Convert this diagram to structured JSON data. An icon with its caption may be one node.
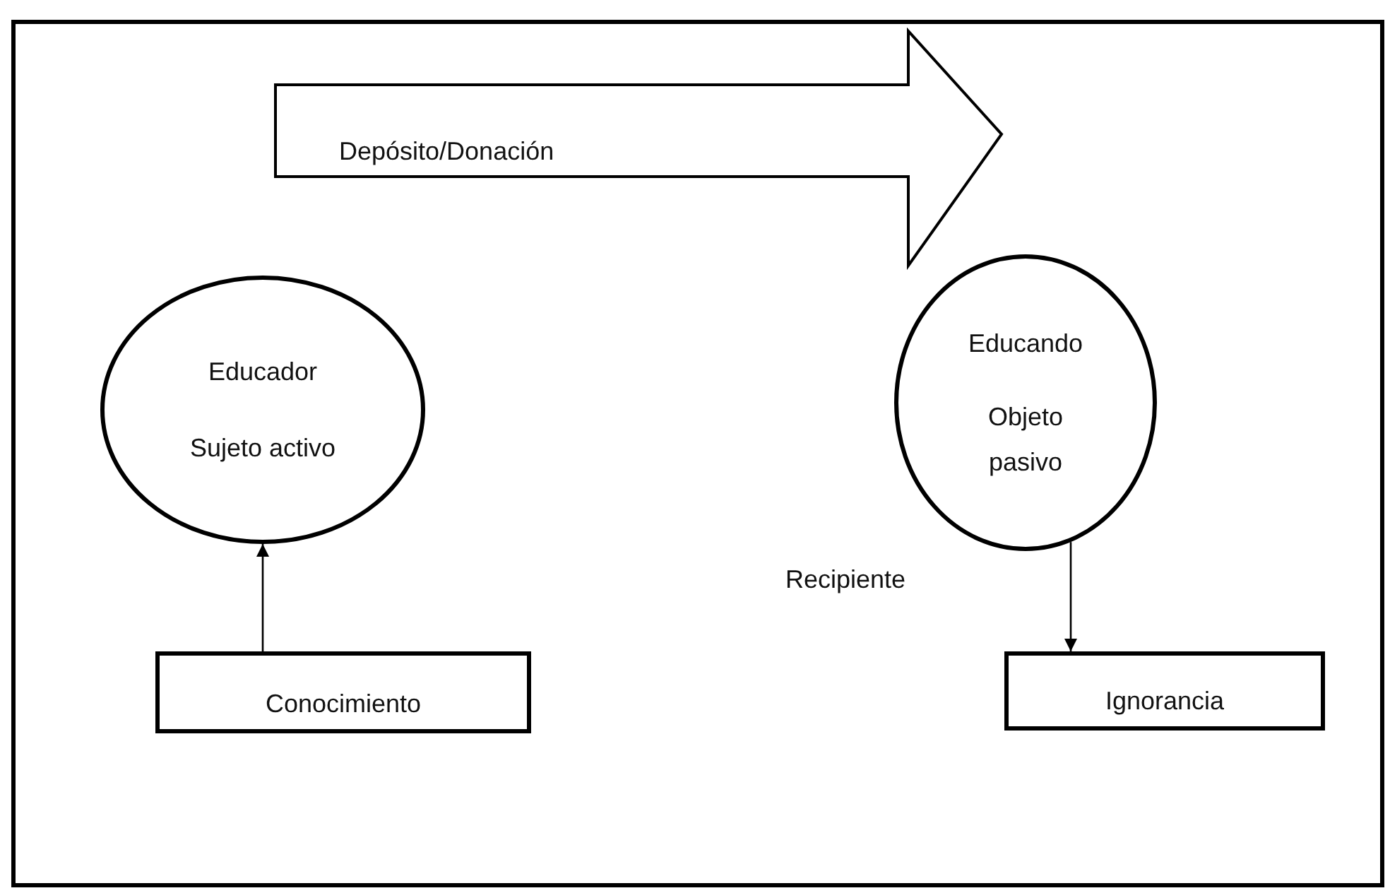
{
  "diagram": {
    "nodes": [
      {
        "text": [
          "Depósito/Donación"
        ]
      },
      {
        "text": [
          "Educador",
          "Sujeto activo"
        ]
      },
      {
        "text": [
          "Educando",
          "Objeto pasivo"
        ]
      },
      {
        "text": [
          "Conocimiento"
        ]
      },
      {
        "text": [
          "Ignorancia"
        ]
      }
    ],
    "edges": [
      {
        "from": 3,
        "to": 1,
        "arrow": "to"
      },
      {
        "from": 2,
        "to": 4,
        "arrow": "to"
      }
    ],
    "labels": [
      "Recipiente"
    ]
  }
}
